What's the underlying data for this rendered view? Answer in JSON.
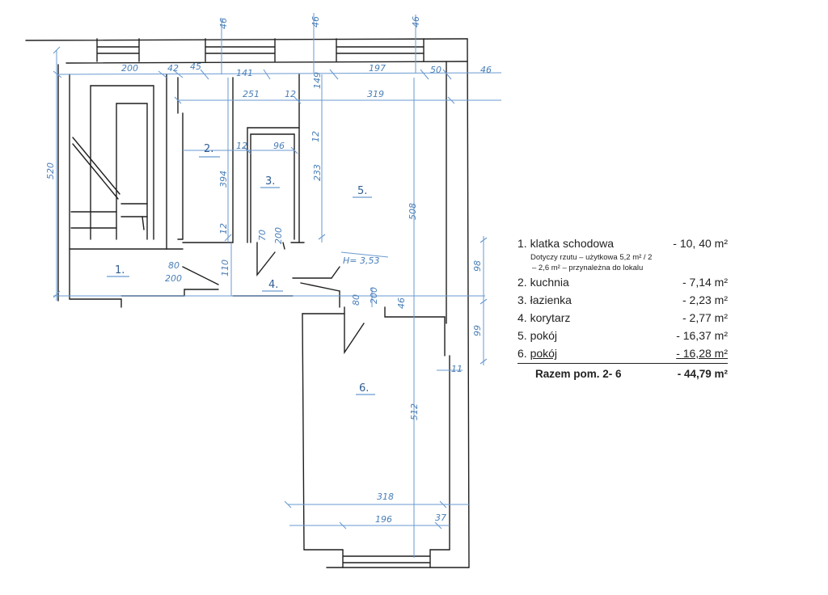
{
  "rooms": [
    {
      "num": "1.",
      "name": "klatka schodowa",
      "area": "- 10, 40 m²"
    },
    {
      "num": "2.",
      "name": "kuchnia",
      "area": "- 7,14 m²"
    },
    {
      "num": "3.",
      "name": "łazienka",
      "area": "- 2,23 m²"
    },
    {
      "num": "4.",
      "name": "korytarz",
      "area": "- 2,77 m²"
    },
    {
      "num": "5.",
      "name": "pokój",
      "area": "- 16,37 m²"
    },
    {
      "num": "6.",
      "name": "pokój",
      "area": "- 16,28 m²"
    }
  ],
  "note_line1": "Dotyczy rzutu – użytkowa 5,2 m² / 2",
  "note_line2": "– 2,6 m² – przynależna do lokalu",
  "total_label": "Razem pom. 2- 6",
  "total_value": "- 44,79 m²",
  "plan_labels": {
    "r1": "1.",
    "r2": "2.",
    "r3": "3.",
    "r4": "4.",
    "r5": "5.",
    "r6": "6.",
    "height": "H= 3,53"
  },
  "dims": {
    "d200a": "200",
    "d42": "42",
    "d45": "45",
    "d141": "141",
    "d197": "197",
    "d50": "50",
    "d46a": "46",
    "d46b": "46",
    "d46c": "46",
    "d46d": "46",
    "d46e": "46",
    "d251": "251",
    "d12a": "12",
    "d149": "149",
    "d319": "319",
    "d12b": "12",
    "d96": "96",
    "d12c": "12",
    "d394": "394",
    "d233": "233",
    "d520": "520",
    "d508": "508",
    "d12d": "12",
    "d110": "110",
    "d80a": "80",
    "d200b": "200",
    "d70": "70",
    "d200c": "200",
    "d80b": "80",
    "d200d": "200",
    "d98": "98",
    "d99": "99",
    "d512": "512",
    "d11": "11",
    "d318": "318",
    "d196": "196",
    "d37": "37"
  }
}
